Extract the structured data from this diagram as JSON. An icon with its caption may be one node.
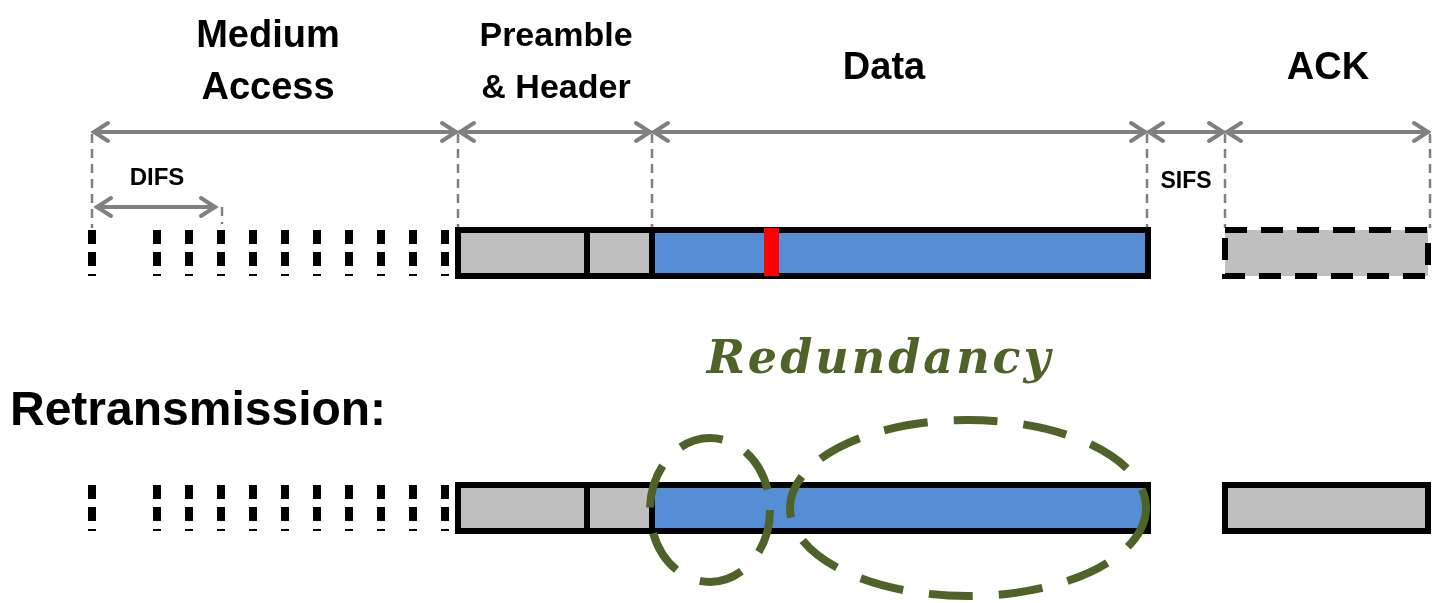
{
  "diagram": {
    "labels": [
      "Medium Access",
      "Preamble & Header",
      "Data",
      "ACK",
      "DIFS",
      "SIFS",
      "Redundancy",
      "Retransmission:"
    ]
  }
}
